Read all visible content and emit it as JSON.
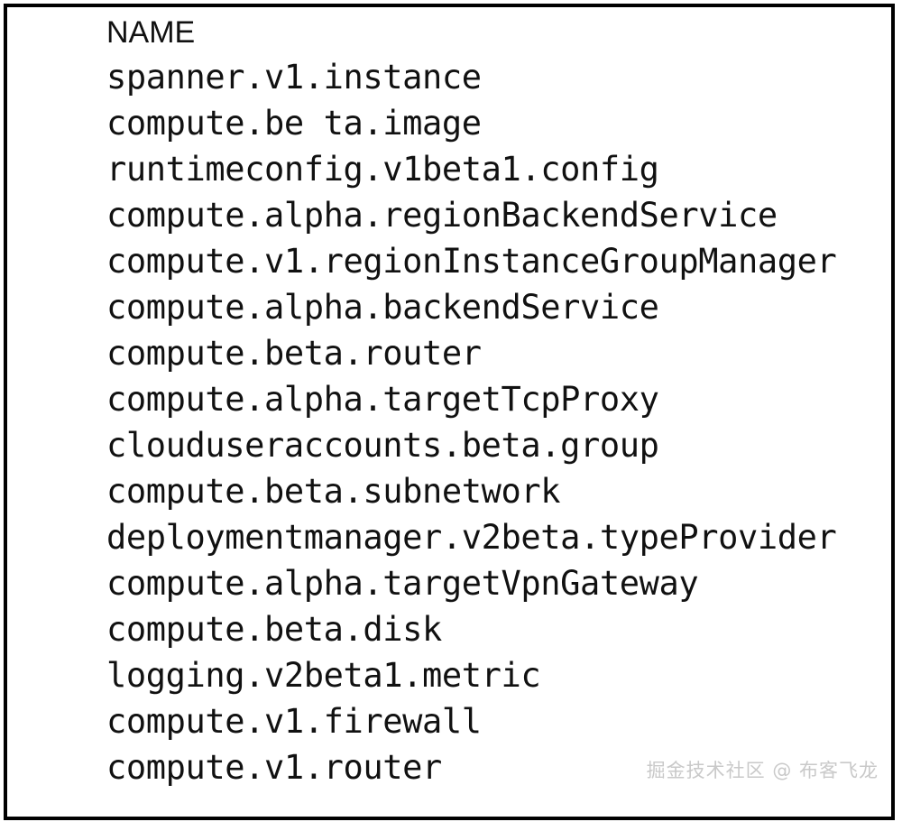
{
  "terminal": {
    "column_header": "NAME",
    "rows": [
      "spanner.v1.instance",
      "compute.be ta.image",
      "runtimeconfig.v1beta1.config",
      "compute.alpha.regionBackendService",
      "compute.v1.regionInstanceGroupManager",
      "compute.alpha.backendService",
      "compute.beta.router",
      "compute.alpha.targetTcpProxy",
      "clouduseraccounts.beta.group",
      "compute.beta.subnetwork",
      "deploymentmanager.v2beta.typeProvider",
      "compute.alpha.targetVpnGateway",
      "compute.beta.disk",
      "logging.v2beta1.metric",
      "compute.v1.firewall",
      "compute.v1.router"
    ],
    "truncation_indicator": "......"
  },
  "watermark": {
    "text": "掘金技术社区 @ 布客飞龙"
  },
  "colors": {
    "text": "#111111",
    "background": "#ffffff",
    "border": "#000000",
    "watermark": "#c9c9c9"
  }
}
